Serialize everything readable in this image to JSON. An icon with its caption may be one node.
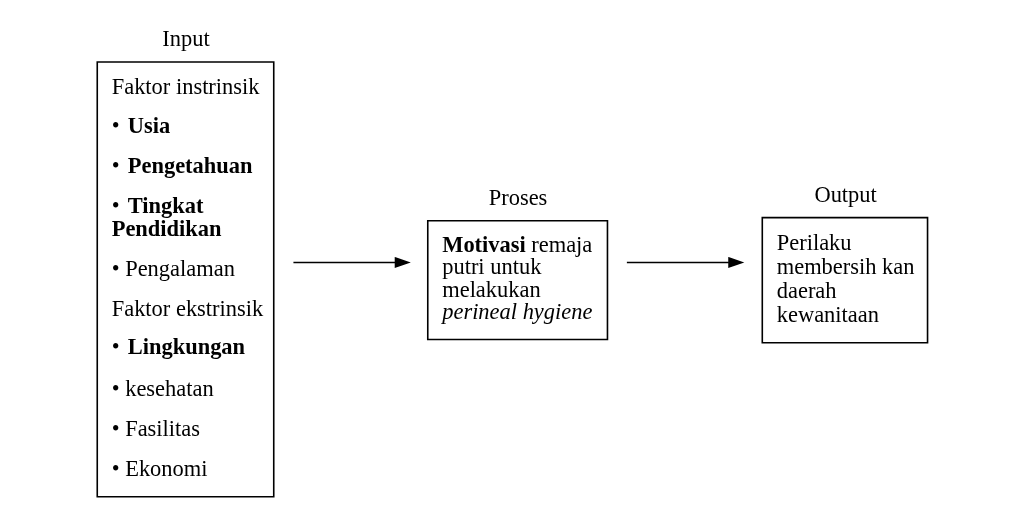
{
  "diagram": {
    "nodes": [
      {
        "text": [
          "Input",
          "Faktor instrinsik",
          "• **Usia**",
          "• **Pengetahuan**",
          "• **Tingkat Pendidikan**",
          "• Pengalaman",
          "Faktor ekstrinsik",
          "• **Lingkungan**",
          "• kesehatan",
          "• Fasilitas",
          "• Ekonomi"
        ]
      },
      {
        "text": [
          "Proses",
          "**Motivasi** remaja putri untuk melakukan *perineal hygiene*"
        ]
      },
      {
        "text": [
          "Output",
          "Perilaku membersih kan daerah kewanitaan"
        ]
      }
    ],
    "edges": [
      {
        "from": 0,
        "to": 1,
        "arrow": "to"
      },
      {
        "from": 1,
        "to": 2,
        "arrow": "to"
      }
    ]
  }
}
